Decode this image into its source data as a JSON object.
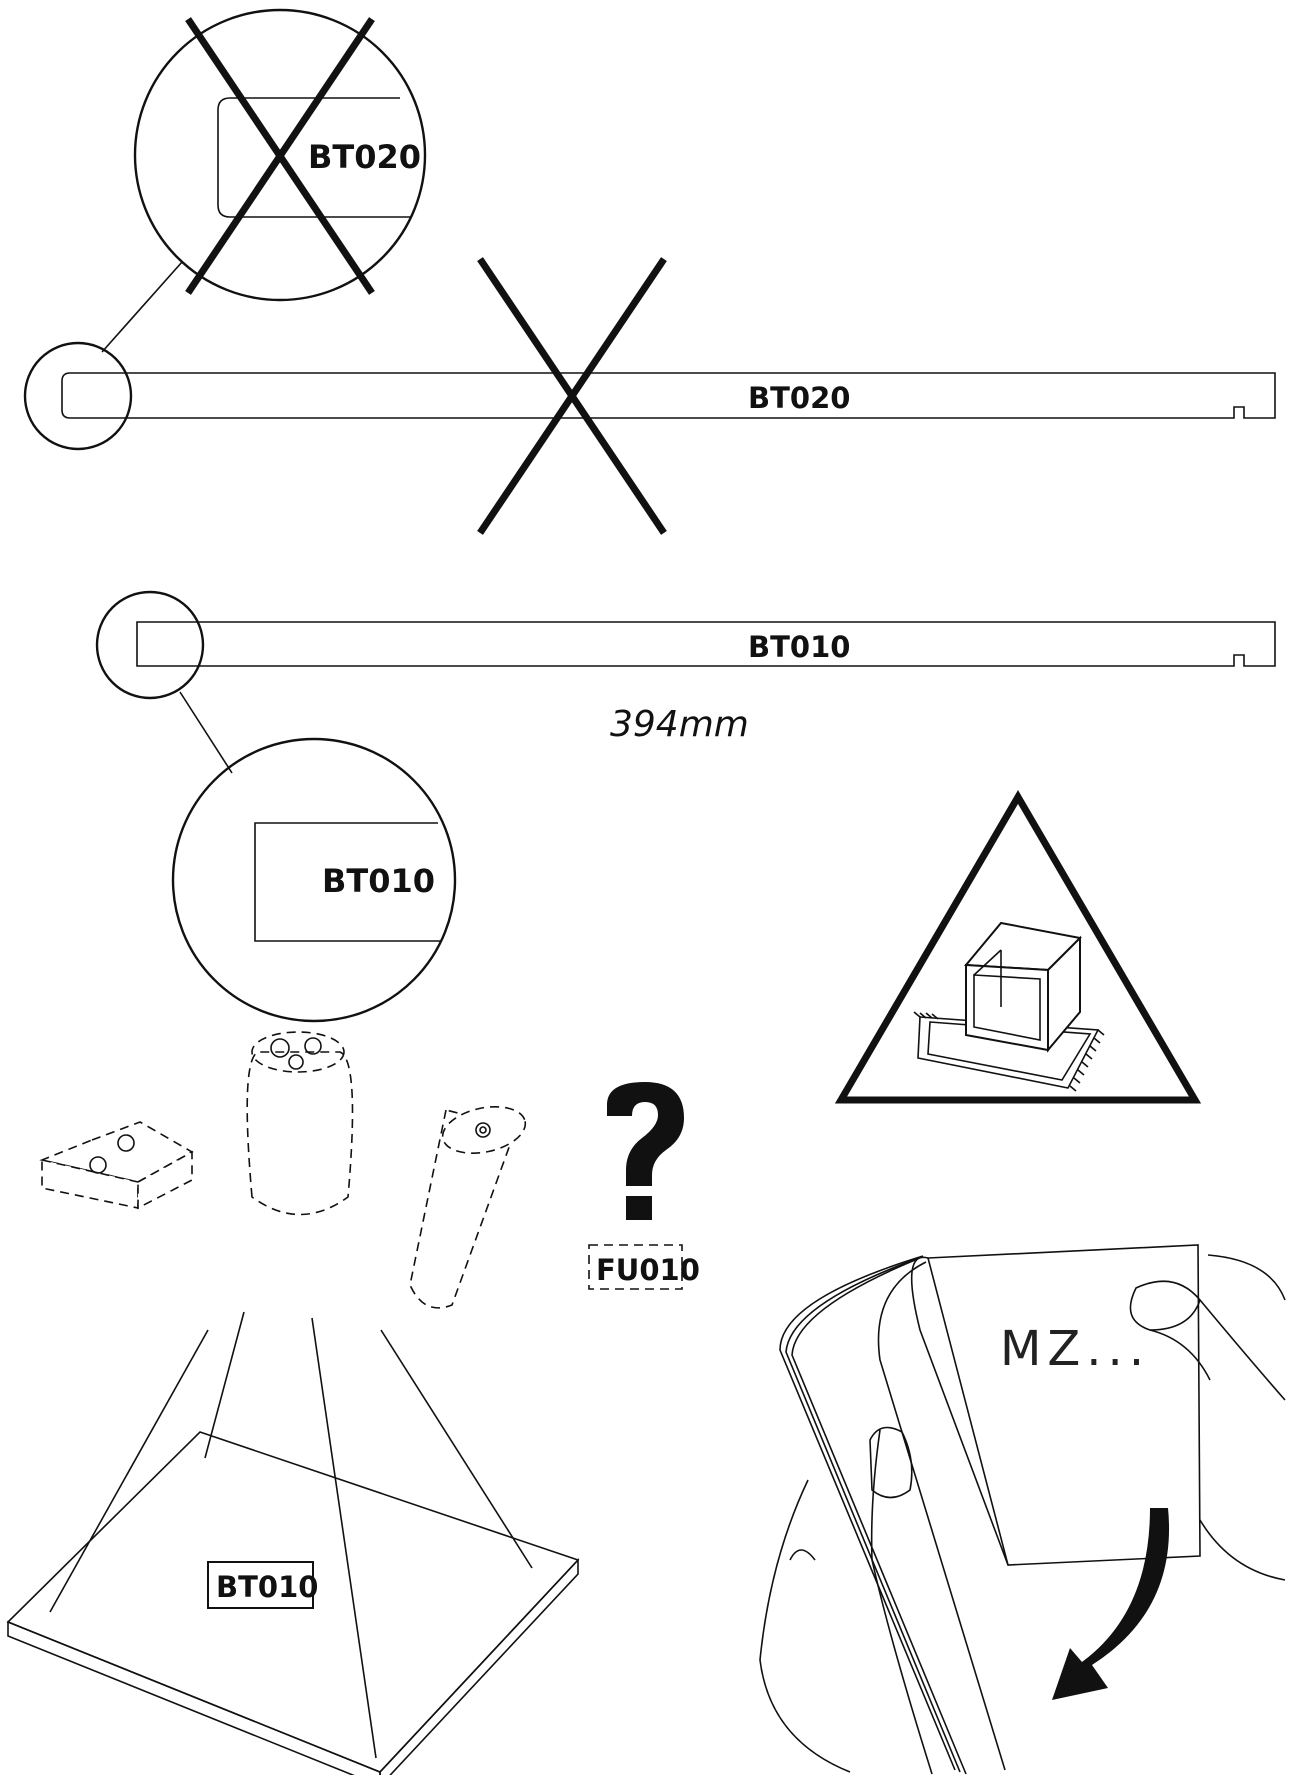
{
  "labels": {
    "part_top_zoom": "BT020",
    "part_top_bar": "BT020",
    "part_mid_bar": "BT010",
    "part_mid_zoom": "BT010",
    "dimension": "394mm",
    "unknown_part": "FU010",
    "board_label": "BT010",
    "booklet_text": "MZ..."
  },
  "icons": {
    "wrong_mark": "x-cross-icon",
    "warning": "warning-triangle-icon",
    "question": "question-mark-icon",
    "page_turn": "curved-arrow-icon"
  },
  "colors": {
    "ink": "#111111",
    "paper": "#ffffff"
  }
}
